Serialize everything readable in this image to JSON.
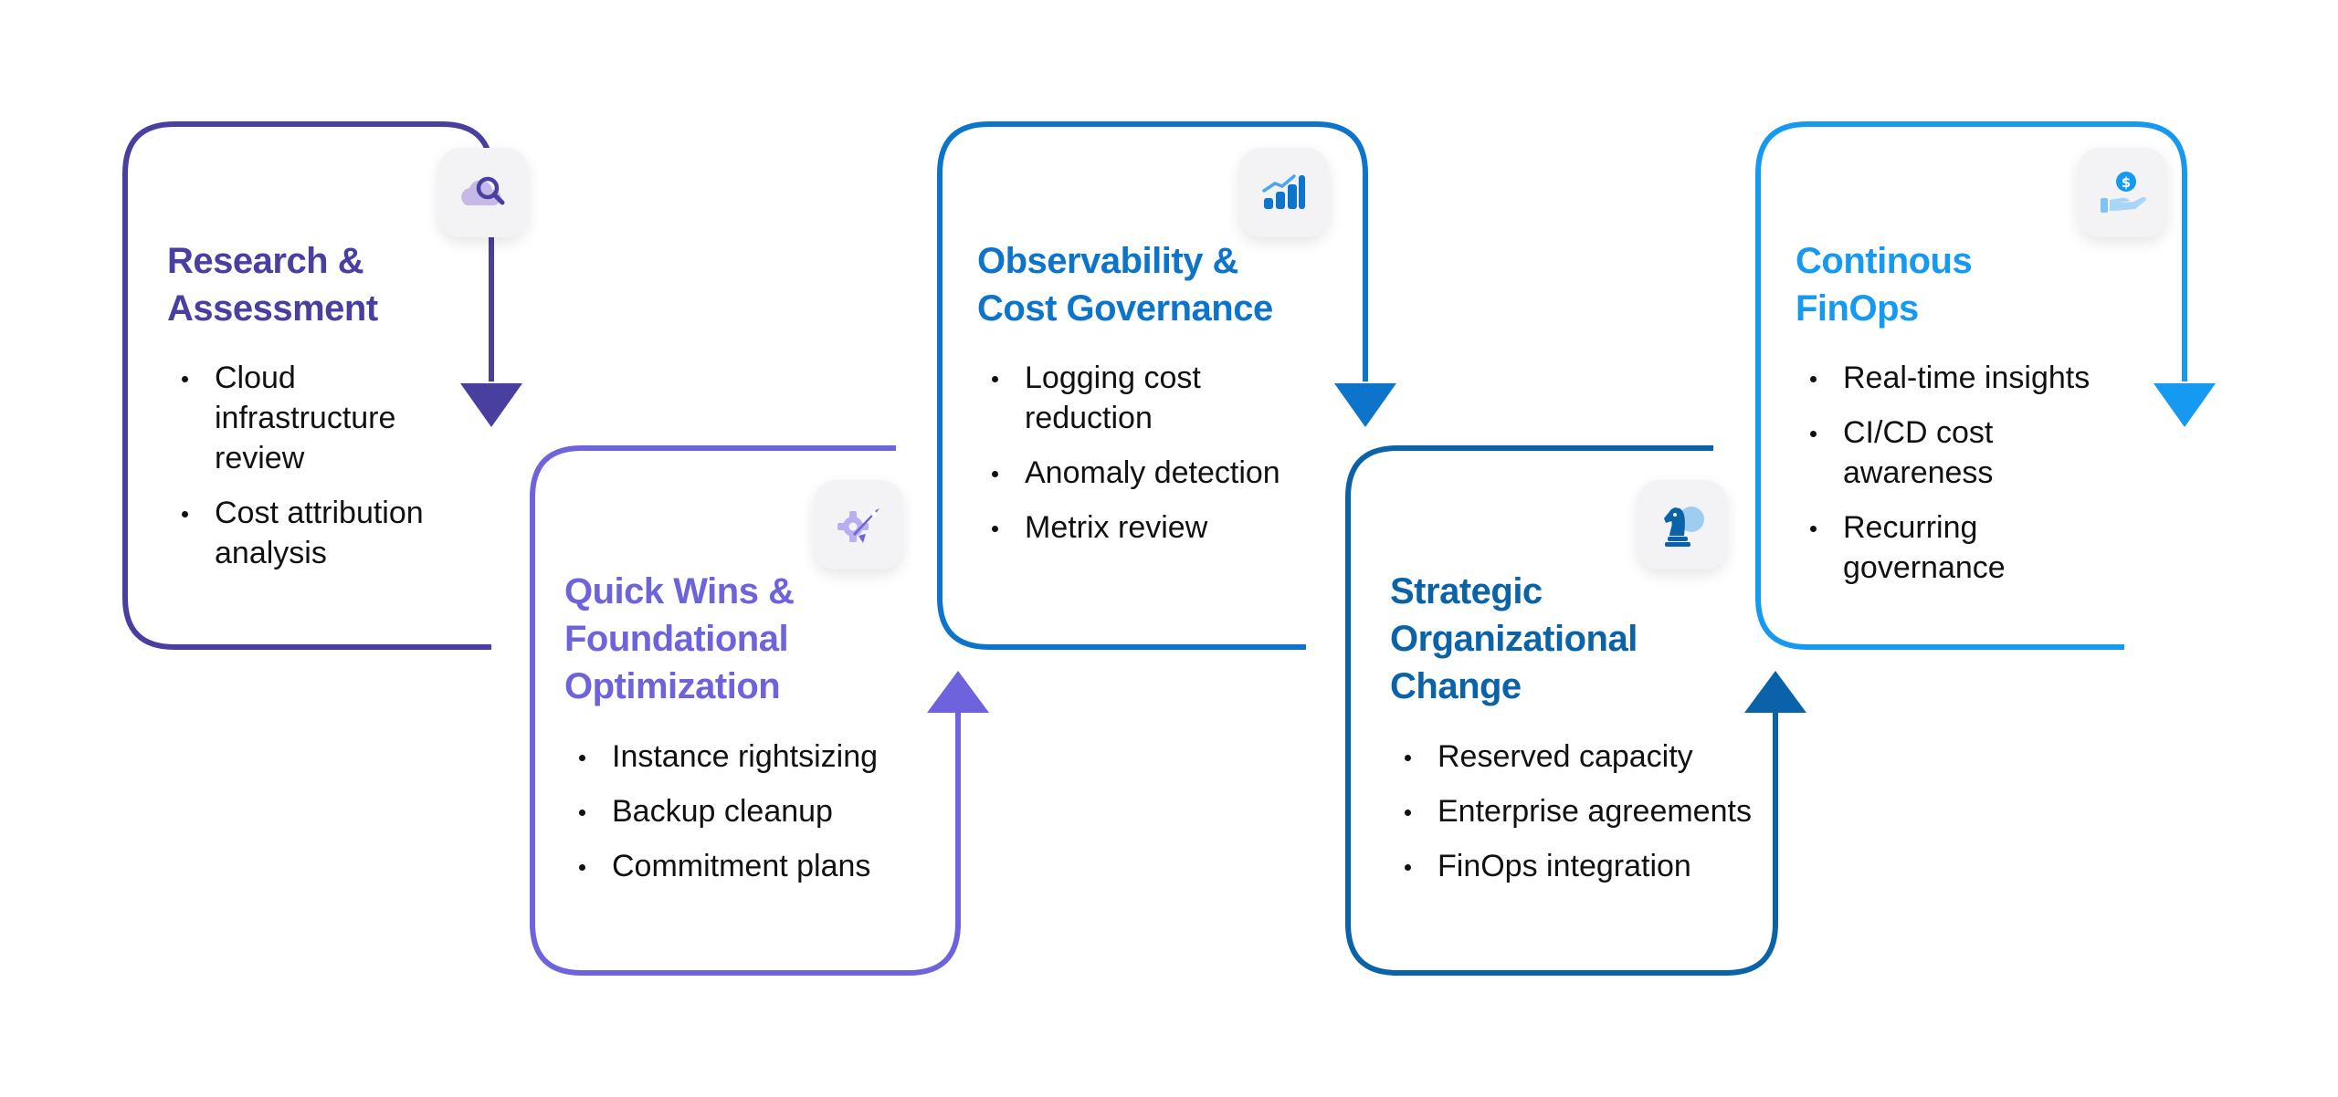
{
  "steps": [
    {
      "id": "research",
      "color": "#483fa0",
      "icon": "cloud-search-icon",
      "title_lines": [
        "Research &",
        "Assessment"
      ],
      "items": [
        "Cloud infrastructure review",
        "Cost attribution analysis"
      ]
    },
    {
      "id": "quick-wins",
      "color": "#6c63dd",
      "icon": "gear-rocket-icon",
      "title_lines": [
        "Quick Wins &",
        "Foundational",
        "Optimization"
      ],
      "items": [
        "Instance rightsizing",
        "Backup cleanup",
        "Commitment plans"
      ]
    },
    {
      "id": "observability",
      "color": "#0d74cb",
      "icon": "bar-chart-growth-icon",
      "title_lines": [
        "Observability &",
        "Cost Governance"
      ],
      "items": [
        "Logging cost reduction",
        "Anomaly detection",
        "Metrix review"
      ]
    },
    {
      "id": "strategic",
      "color": "#0a62a8",
      "icon": "chess-knight-icon",
      "title_lines": [
        "Strategic",
        "Organizational",
        "Change"
      ],
      "items": [
        "Reserved capacity",
        "Enterprise agreements",
        "FinOps integration"
      ]
    },
    {
      "id": "finops",
      "color": "#1699f1",
      "icon": "hand-dollar-coin-icon",
      "title_lines": [
        "Continous",
        "FinOps"
      ],
      "items": [
        "Real-time insights",
        "CI/CD cost awareness",
        "Recurring governance"
      ]
    }
  ]
}
